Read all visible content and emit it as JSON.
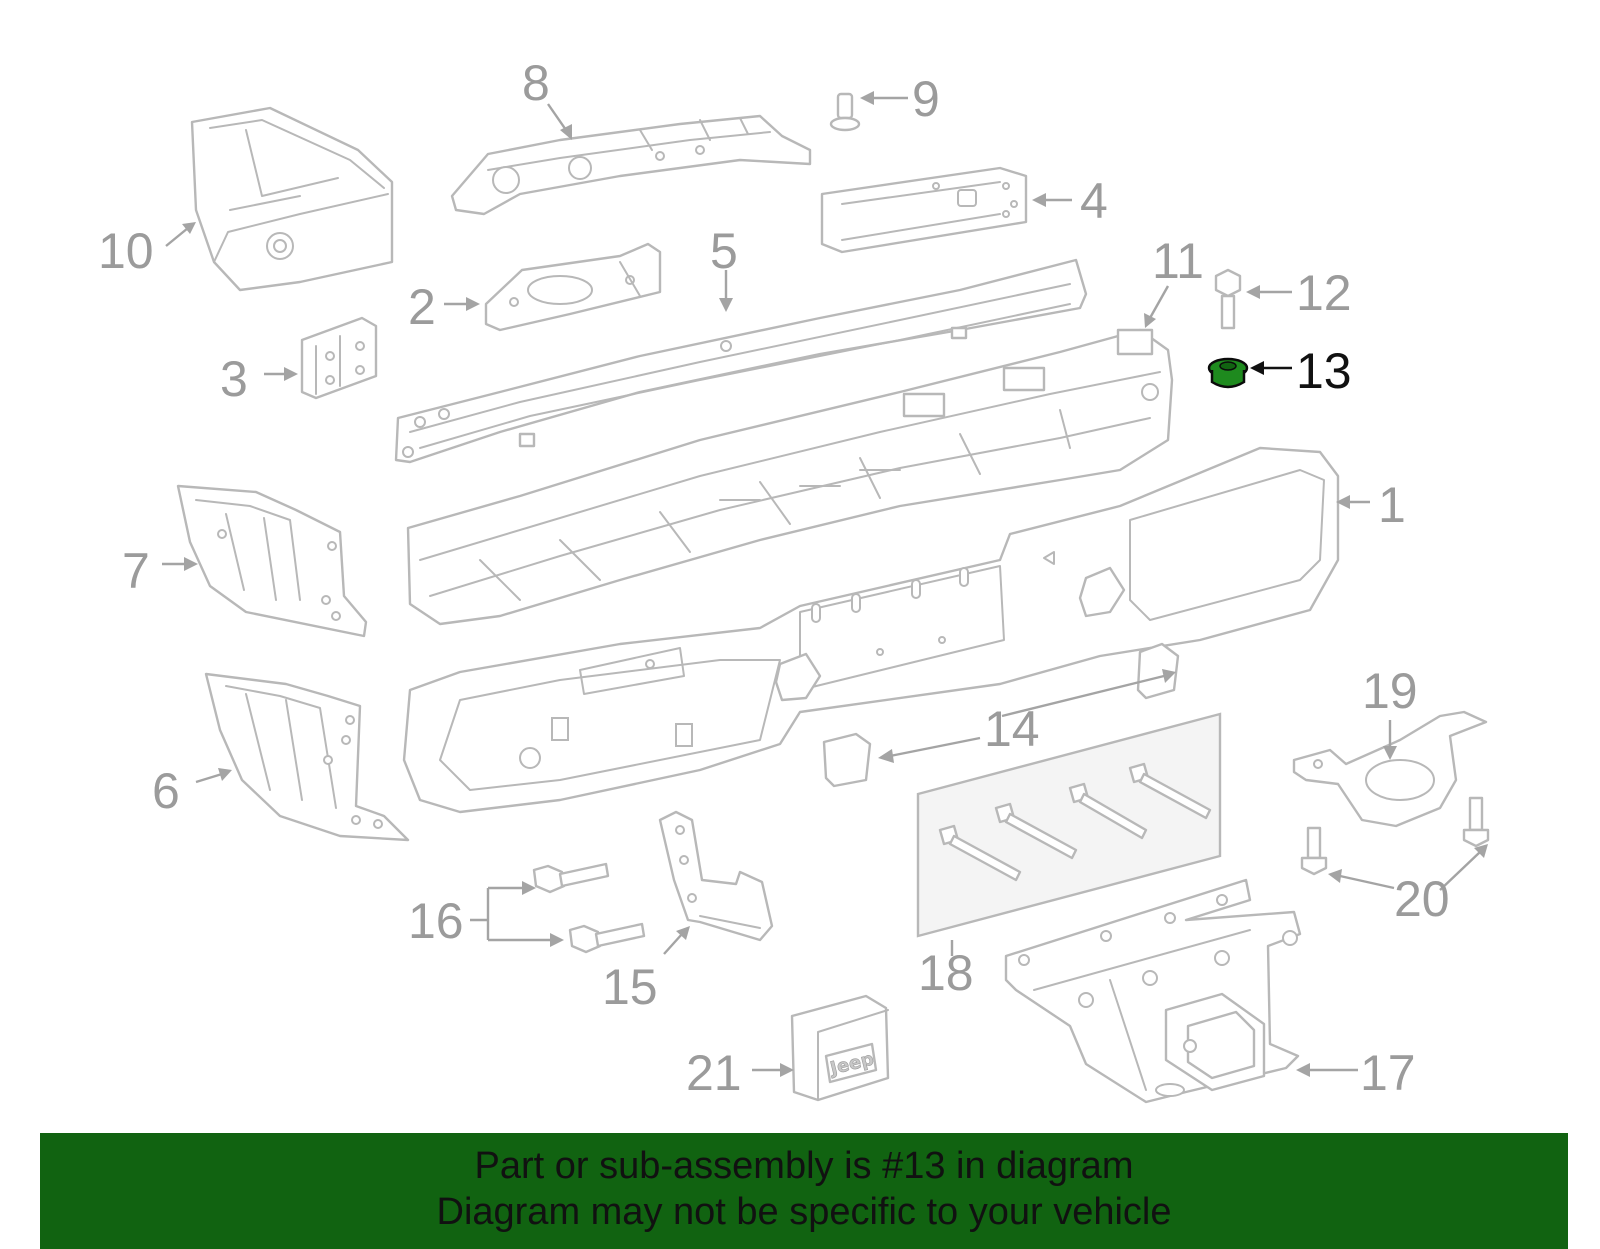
{
  "callouts": [
    {
      "id": "1",
      "label": "1"
    },
    {
      "id": "2",
      "label": "2"
    },
    {
      "id": "3",
      "label": "3"
    },
    {
      "id": "4",
      "label": "4"
    },
    {
      "id": "5",
      "label": "5"
    },
    {
      "id": "6",
      "label": "6"
    },
    {
      "id": "7",
      "label": "7"
    },
    {
      "id": "8",
      "label": "8"
    },
    {
      "id": "9",
      "label": "9"
    },
    {
      "id": "10",
      "label": "10"
    },
    {
      "id": "11",
      "label": "11"
    },
    {
      "id": "12",
      "label": "12"
    },
    {
      "id": "13",
      "label": "13"
    },
    {
      "id": "14",
      "label": "14"
    },
    {
      "id": "15",
      "label": "15"
    },
    {
      "id": "16",
      "label": "16"
    },
    {
      "id": "17",
      "label": "17"
    },
    {
      "id": "18",
      "label": "18"
    },
    {
      "id": "19",
      "label": "19"
    },
    {
      "id": "20",
      "label": "20"
    },
    {
      "id": "21",
      "label": "21"
    }
  ],
  "highlighted_part": "13",
  "hitch_cover_logo": "Jeep",
  "colors": {
    "banner": "#116311",
    "highlight": "#1e8a1e",
    "line": "#b8b8b8",
    "label": "#9b9b9b"
  },
  "footer": {
    "line1": "Part or sub-assembly is #13 in diagram",
    "line2": "Diagram may not be specific to your vehicle"
  }
}
